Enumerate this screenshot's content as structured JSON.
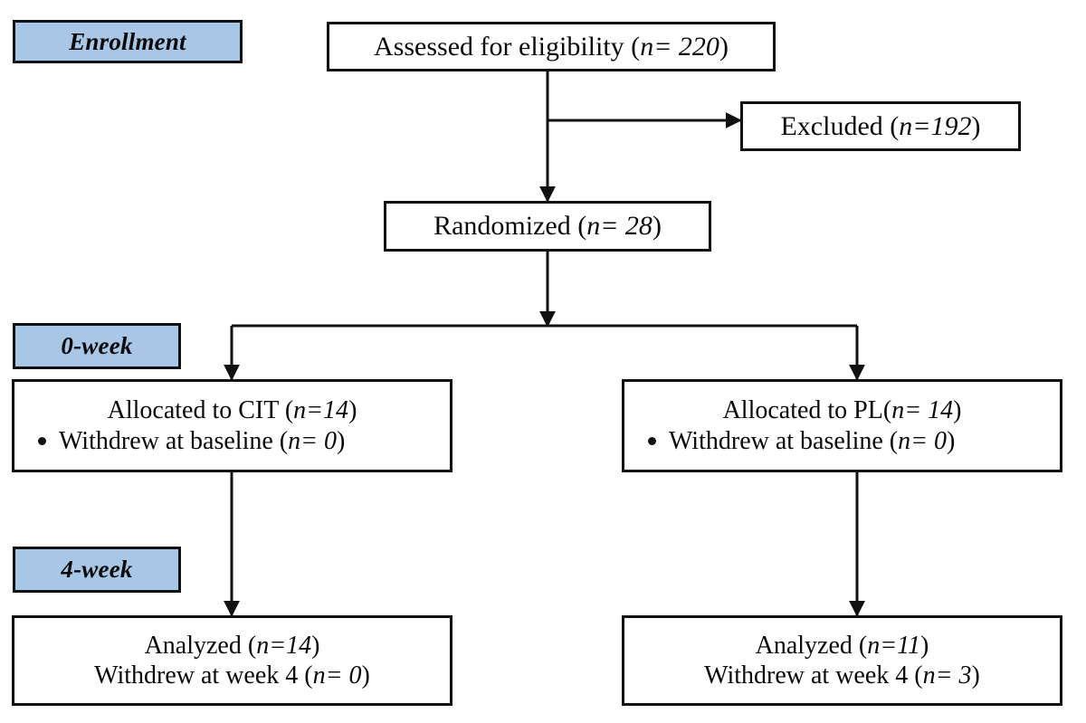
{
  "diagram": {
    "title": "CONSORT participant flow diagram",
    "colors": {
      "stage_fill": "#a8c6e5",
      "border": "#111111",
      "background": "#ffffff",
      "text": "#0a0a0a"
    },
    "stages": [
      {
        "id": "enrollment",
        "label": "Enrollment"
      },
      {
        "id": "week0",
        "label": "0-week"
      },
      {
        "id": "week4",
        "label": "4-week"
      }
    ],
    "nodes": {
      "assessed": {
        "text": "Assessed for eligibility (n= 220)",
        "prefix": "Assessed for eligibility (",
        "emphasis": "n= 220",
        "suffix": ")"
      },
      "excluded": {
        "text": "Excluded (n=192)",
        "prefix": "Excluded (",
        "emphasis": "n=192",
        "suffix": ")"
      },
      "randomized": {
        "text": "Randomized (n= 28)",
        "prefix": "Randomized (",
        "emphasis": "n= 28",
        "suffix": ")"
      },
      "allocated_cit": {
        "line1": {
          "prefix": "Allocated to CIT (",
          "emphasis": "n=14",
          "suffix": ")"
        },
        "line2": {
          "prefix": "Withdrew at baseline (",
          "emphasis": "n= 0",
          "suffix": ")",
          "bullet": "•"
        }
      },
      "allocated_pl": {
        "line1": {
          "prefix": "Allocated to PL(",
          "emphasis": "n= 14",
          "suffix": ")"
        },
        "line2": {
          "prefix": "Withdrew at baseline (",
          "emphasis": "n= 0",
          "suffix": ")",
          "bullet": "•"
        }
      },
      "analyzed_cit": {
        "line1": {
          "prefix": "Analyzed (",
          "emphasis": "n=14",
          "suffix": ")"
        },
        "line2": {
          "prefix": "Withdrew at week 4 (",
          "emphasis": "n= 0",
          "suffix": ")"
        }
      },
      "analyzed_pl": {
        "line1": {
          "prefix": "Analyzed (",
          "emphasis": "n=11",
          "suffix": ")"
        },
        "line2": {
          "prefix": "Withdrew at week 4 (",
          "emphasis": "n= 3",
          "suffix": ")"
        }
      }
    },
    "counts": {
      "assessed": 220,
      "excluded": 192,
      "randomized": 28,
      "allocated_cit": 14,
      "allocated_pl": 14,
      "withdrew_baseline_cit": 0,
      "withdrew_baseline_pl": 0,
      "analyzed_cit": 14,
      "analyzed_pl": 11,
      "withdrew_week4_cit": 0,
      "withdrew_week4_pl": 3
    }
  }
}
